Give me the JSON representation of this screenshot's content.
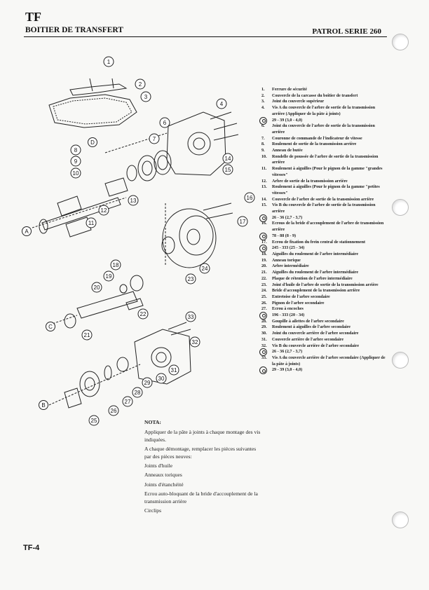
{
  "header": {
    "code": "TF",
    "title": "BOITIER DE TRANSFERT",
    "series": "PATROL SERIE 260"
  },
  "diagram": {
    "callouts": [
      "1",
      "2",
      "3",
      "4",
      "6",
      "7",
      "8",
      "9",
      "10",
      "11",
      "12",
      "13",
      "14",
      "15",
      "16",
      "17",
      "18",
      "19",
      "20",
      "21",
      "22",
      "23",
      "24",
      "25",
      "26",
      "27",
      "28",
      "29",
      "30",
      "31",
      "32",
      "33"
    ],
    "refs": [
      "A",
      "B",
      "C",
      "D"
    ]
  },
  "legend": [
    {
      "num": "1.",
      "text": "Ferrure de sécurité"
    },
    {
      "num": "2.",
      "text": "Couvercle de la carcasse du boîtier de transfert"
    },
    {
      "num": "3.",
      "text": "Joint du couvercle supérieur"
    },
    {
      "num": "4.",
      "text": "Vis A du couvercle de l'arbre de sortie de la transmission arrière (Appliquer de la pâte à joints)"
    },
    {
      "num": "",
      "text": "29 - 39 (3,0 - 4,0)",
      "torque": true
    },
    {
      "num": "6.",
      "text": "Joint du couvercle de l'arbre de sortie de la transmission arrière"
    },
    {
      "num": "7.",
      "text": "Couronne de commande de l'indicateur de vitesse"
    },
    {
      "num": "8.",
      "text": "Roulement de sortie de la transmission arrière"
    },
    {
      "num": "9.",
      "text": "Anneau de butée"
    },
    {
      "num": "10.",
      "text": "Rondelle de poussée de l'arbre de sortie de la transmission arrière"
    },
    {
      "num": "11.",
      "text": "Roulement à aiguilles (Pour le pignon de la gamme \"grandes vitesses\""
    },
    {
      "num": "12.",
      "text": "Arbre de sortie de la transmission arrière"
    },
    {
      "num": "13.",
      "text": "Roulement à aiguilles (Pour le pignon de la gamme \"petites vitesses\""
    },
    {
      "num": "14.",
      "text": "Couvercle de l'arbre de sortie de la transmission arrière"
    },
    {
      "num": "15.",
      "text": "Vis B du couvercle de l'arbre de sortie de la transmission arrière"
    },
    {
      "num": "",
      "text": "26 - 36 (2,7 - 3,7)",
      "torque": true
    },
    {
      "num": "16.",
      "text": "Ecrous de la bride d'accouplement de l'arbre de transmission arrière"
    },
    {
      "num": "",
      "text": "78 - 88 (8 - 9)",
      "torque": true
    },
    {
      "num": "17.",
      "text": "Ecrou de fixation du frein central de stationnement"
    },
    {
      "num": "",
      "text": "245 - 333 (25 - 34)",
      "torque": true
    },
    {
      "num": "18.",
      "text": "Aiguilles du roulement de l'arbre intermédiaire"
    },
    {
      "num": "19.",
      "text": "Anneau torique"
    },
    {
      "num": "20.",
      "text": "Arbre intermédiaire"
    },
    {
      "num": "21.",
      "text": "Aiguilles du roulement de l'arbre intermédiaire"
    },
    {
      "num": "22.",
      "text": "Plaque de rétention de l'arbre intermédiaire"
    },
    {
      "num": "23.",
      "text": "Joint d'huile de l'arbre de sortie de la transmission arrière"
    },
    {
      "num": "24.",
      "text": "Bride d'accouplement de la transmission arrière"
    },
    {
      "num": "25.",
      "text": "Entretoise de l'arbre secondaire"
    },
    {
      "num": "26.",
      "text": "Pignon de l'arbre secondaire"
    },
    {
      "num": "27.",
      "text": "Ecrou à encoches"
    },
    {
      "num": "",
      "text": "196 - 333 (20 - 34)",
      "torque": true
    },
    {
      "num": "28.",
      "text": "Goupille à ailettes de l'arbre secondaire"
    },
    {
      "num": "29.",
      "text": "Roulement à aiguilles de l'arbre secondaire"
    },
    {
      "num": "30.",
      "text": "Joint du couvercle arrière de l'arbre secondaire"
    },
    {
      "num": "31.",
      "text": "Couvercle arrière de l'arbre secondaire"
    },
    {
      "num": "32.",
      "text": "Vis B du couvercle arrière de l'arbre secondaire"
    },
    {
      "num": "",
      "text": "26 - 36 (2,7 - 3,7)",
      "torque": true
    },
    {
      "num": "33.",
      "text": "Vis A du couvercle arrière de l'arbre secondaire (Appliquer de la pâte à joints)"
    },
    {
      "num": "",
      "text": "29 - 39 (3,0 - 4,0)",
      "torque": true
    }
  ],
  "note": {
    "title": "NOTA:",
    "paragraphs": [
      "Appliquer de la pâte à joints à chaque montage des vis indiquées.",
      "A chaque démontage, remplacer les pièces suivantes par des pièces neuves:"
    ],
    "items": [
      "Joints d'huile",
      "Anneaux toriques",
      "Joints d'étanchéité",
      "Ecrou auto-bloquant de la bride d'accouplement de la transmission arrière",
      "Circlips"
    ]
  },
  "footer": {
    "page": "TF-4"
  }
}
